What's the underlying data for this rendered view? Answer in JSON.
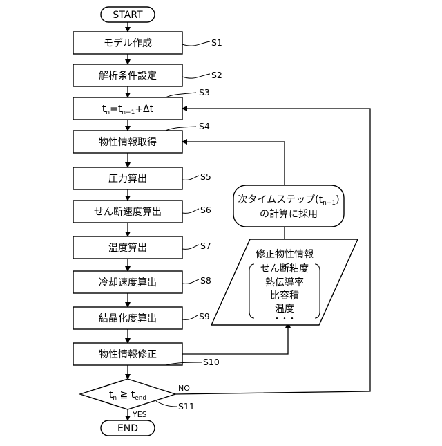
{
  "terminals": {
    "start": "START",
    "end": "END"
  },
  "steps": [
    {
      "id": "S1",
      "label": "モデル作成"
    },
    {
      "id": "S2",
      "label": "解析条件設定"
    },
    {
      "id": "S3",
      "label_parts": {
        "t1": "t",
        "sub1": "n",
        "mid": "=t",
        "sub2": "n−1",
        "tail": "+Δt"
      }
    },
    {
      "id": "S4",
      "label": "物性情報取得"
    },
    {
      "id": "S5",
      "label": "圧力算出"
    },
    {
      "id": "S6",
      "label": "せん断速度算出"
    },
    {
      "id": "S7",
      "label": "温度算出"
    },
    {
      "id": "S8",
      "label": "冷却速度算出"
    },
    {
      "id": "S9",
      "label": "結晶化度算出"
    },
    {
      "id": "S10",
      "label": "物性情報修正"
    }
  ],
  "decision": {
    "id": "S11",
    "label_parts": {
      "t1": "t",
      "sub1": "n",
      "op": " ≧ ",
      "t2": "t",
      "sub2": "end"
    },
    "yes": "YES",
    "no": "NO"
  },
  "side_note": {
    "line1_prefix": "次タイムステップ(t",
    "line1_sub": "n+1",
    "line1_suffix": ")",
    "line2": "の計算に採用"
  },
  "modified_info": {
    "title": "修正物性情報",
    "items": [
      "せん断粘度",
      "熱伝導率",
      "比容積",
      "温度",
      "・・・"
    ]
  }
}
